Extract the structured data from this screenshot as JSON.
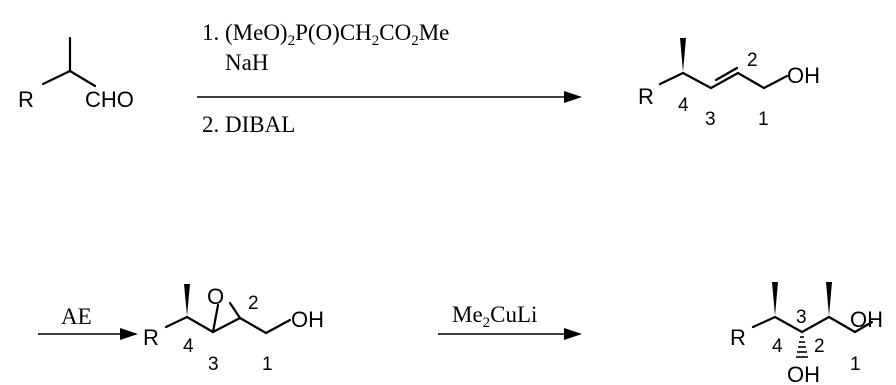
{
  "step1": {
    "reagent1_prefix": "1. (MeO)",
    "reagent1_sub1": "2",
    "reagent1_mid": "P(O)CH",
    "reagent1_sub2": "2",
    "reagent1_mid2": "CO",
    "reagent1_sub3": "2",
    "reagent1_suffix": "Me",
    "reagent1_line2": "NaH",
    "reagent2": "2. DIBAL"
  },
  "step2": {
    "reagent": "AE"
  },
  "step3": {
    "reagent_prefix": "Me",
    "reagent_sub": "2",
    "reagent_suffix": "CuLi"
  },
  "aldehyde": {
    "r_label": "R",
    "cho_label": "CHO"
  },
  "allylic_alcohol": {
    "r_label": "R",
    "oh_label": "OH",
    "n1": "1",
    "n2": "2",
    "n3": "3",
    "n4": "4"
  },
  "epoxide": {
    "r_label": "R",
    "o_label": "O",
    "oh_label": "OH",
    "n1": "1",
    "n2": "2",
    "n3": "3",
    "n4": "4"
  },
  "diol": {
    "r_label": "R",
    "oh_label": "OH",
    "oh3_label": "OH",
    "n1": "1",
    "n2": "2",
    "n3": "3",
    "n4": "4"
  }
}
